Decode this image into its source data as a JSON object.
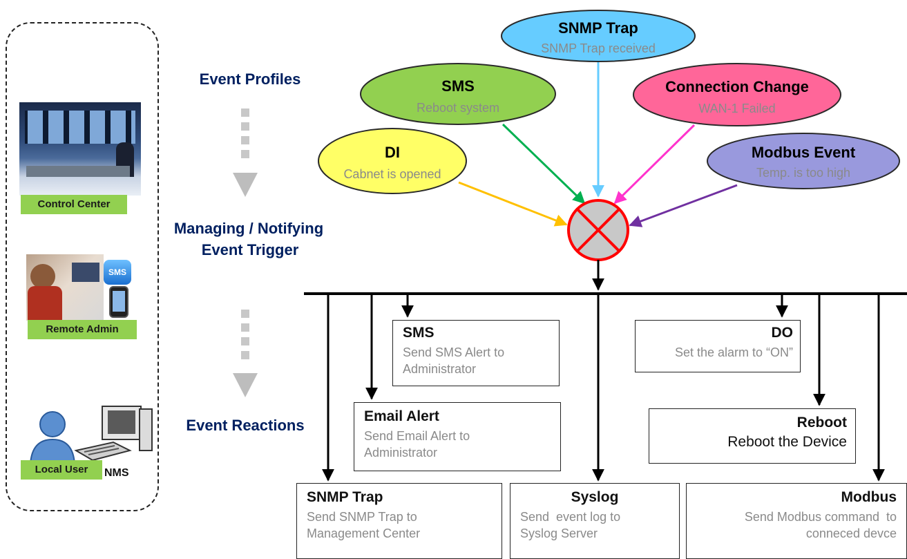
{
  "sidebar": {
    "control_center": "Control Center",
    "remote_admin": "Remote Admin",
    "sms_badge": "SMS",
    "local_user": "Local User",
    "nms": "NMS"
  },
  "stages": {
    "event_profiles": "Event Profiles",
    "managing_line1": "Managing / Notifying",
    "managing_line2": "Event Trigger",
    "event_reactions": "Event Reactions"
  },
  "event_profiles": [
    {
      "title": "SNMP Trap",
      "subtitle": "SNMP Trap received",
      "color": "#66ccff"
    },
    {
      "title": "SMS",
      "subtitle": "Reboot system",
      "color": "#92d050"
    },
    {
      "title": "Connection Change",
      "subtitle": "WAN-1 Failed",
      "color": "#ff6699"
    },
    {
      "title": "DI",
      "subtitle": "Cabnet is opened",
      "color": "#ffff66"
    },
    {
      "title": "Modbus Event",
      "subtitle": "Temp. is too high",
      "color": "#9999dd"
    }
  ],
  "reactions": {
    "sms": {
      "title": "SMS",
      "line1": "Send SMS Alert to",
      "line2": "Administrator"
    },
    "do": {
      "title": "DO",
      "line1": "Set the alarm to “ON”"
    },
    "email": {
      "title": "Email Alert",
      "line1": "Send Email Alert to",
      "line2": "Administrator"
    },
    "reboot": {
      "title": "Reboot",
      "line1": "Reboot the Device"
    },
    "snmp": {
      "title": "SNMP Trap",
      "line1": "Send SNMP Trap to",
      "line2": "Management Center"
    },
    "syslog": {
      "title": "Syslog",
      "line1": "Send  event log to",
      "line2": "Syslog Server"
    },
    "modbus": {
      "title": "Modbus",
      "line1": "Send Modbus command  to",
      "line2": "conneced devce"
    }
  },
  "colors": {
    "stage_text": "#002060",
    "arrow_sms": "#00b050",
    "arrow_snmp": "#66ccff",
    "arrow_conn": "#ff33cc",
    "arrow_di": "#ffc000",
    "arrow_modbus": "#7030a0",
    "trigger_stroke": "#ff0000",
    "trigger_fill": "#c8c8c8"
  }
}
